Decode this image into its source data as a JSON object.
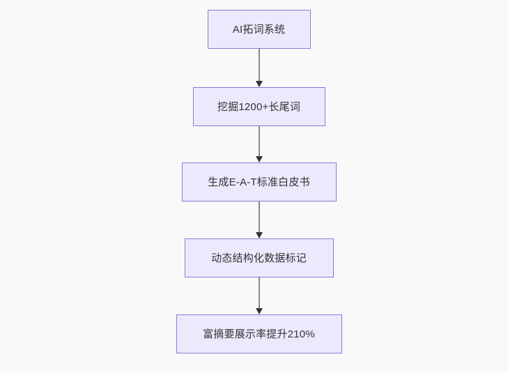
{
  "diagram": {
    "type": "flowchart",
    "direction": "top-to-bottom",
    "background_color": "#f9f9f9",
    "node_fill_color": "#ece9fd",
    "node_border_color": "#9673d4",
    "node_text_color": "#333333",
    "edge_line_color": "#888888",
    "edge_arrow_color": "#333333",
    "nodes": [
      {
        "id": "node-ai-keyword-system",
        "label": "AI拓词系统"
      },
      {
        "id": "node-mine-longtail",
        "label": "挖掘1200+长尾词"
      },
      {
        "id": "node-generate-eat",
        "label": "生成E-A-T标准白皮书"
      },
      {
        "id": "node-dynamic-structured",
        "label": "动态结构化数据标记"
      },
      {
        "id": "node-rich-snippet-lift",
        "label": "富摘要展示率提升210%"
      }
    ],
    "edges": [
      {
        "id": "edge-0",
        "from": "node-ai-keyword-system",
        "to": "node-mine-longtail",
        "label": ""
      },
      {
        "id": "edge-1",
        "from": "node-mine-longtail",
        "to": "node-generate-eat",
        "label": ""
      },
      {
        "id": "edge-2",
        "from": "node-generate-eat",
        "to": "node-dynamic-structured",
        "label": ""
      },
      {
        "id": "edge-3",
        "from": "node-dynamic-structured",
        "to": "node-rich-snippet-lift",
        "label": ""
      }
    ]
  }
}
